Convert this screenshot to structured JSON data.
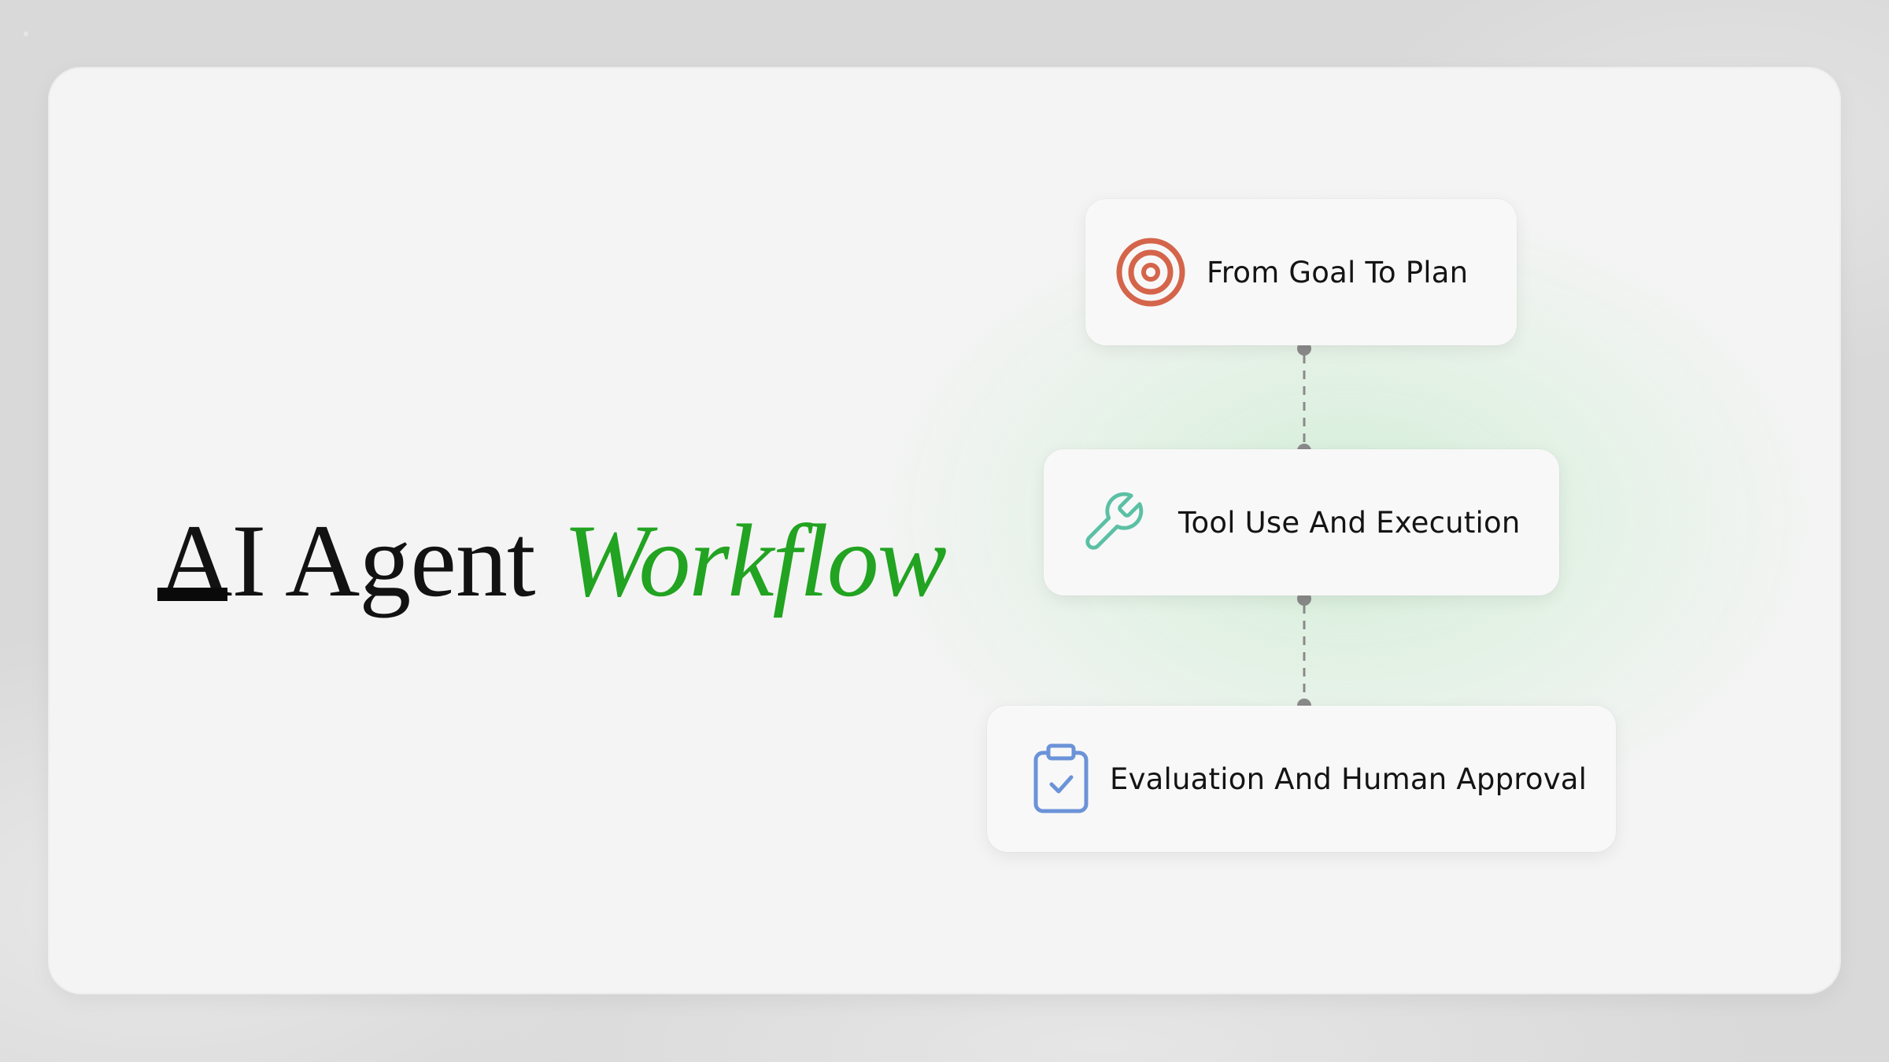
{
  "slide": {
    "title_main": "AI Agent",
    "title_accent": "Workflow"
  },
  "colors": {
    "accent_green": "#22a321",
    "target_red": "#d4654b",
    "wrench_teal": "#5bc0a4",
    "clipboard_blue": "#6b93d8",
    "connector_gray": "#8a8a8a"
  },
  "workflow": {
    "steps": [
      {
        "label": "From Goal To Plan",
        "icon": "target-icon"
      },
      {
        "label": "Tool Use And Execution",
        "icon": "wrench-icon"
      },
      {
        "label": "Evaluation And Human Approval",
        "icon": "clipboard-check-icon"
      }
    ]
  }
}
